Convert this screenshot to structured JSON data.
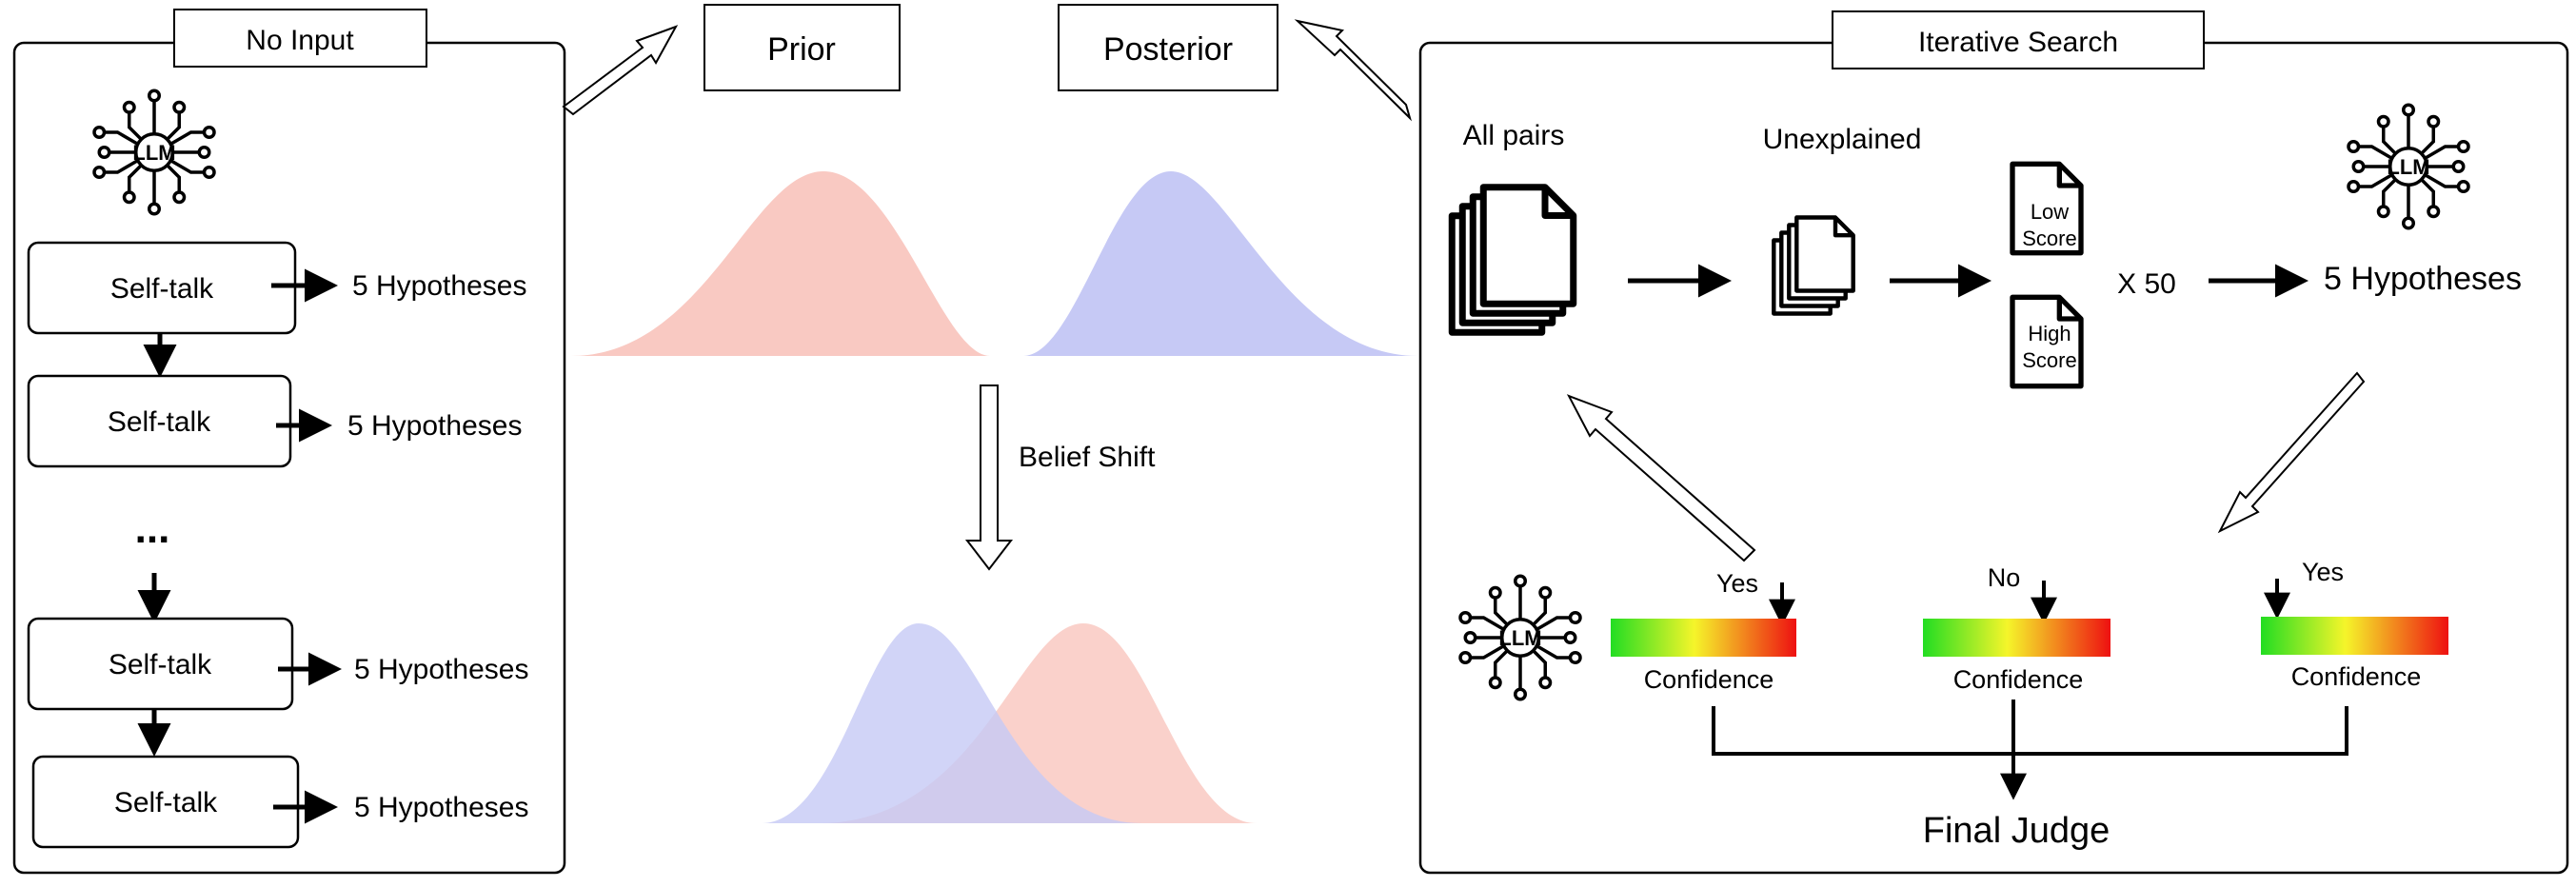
{
  "labels": {
    "no_input": "No Input",
    "prior": "Prior",
    "posterior": "Posterior",
    "iterative_search": "Iterative Search",
    "llm": "LLM",
    "self_talk": "Self-talk",
    "five_hypotheses": "5 Hypotheses",
    "ellipsis": "...",
    "belief_shift": "Belief Shift",
    "all_pairs": "All pairs",
    "unexplained": "Unexplained",
    "low_score_1": "Low",
    "low_score_2": "Score",
    "high_score_1": "High",
    "high_score_2": "Score",
    "times_50": "X 50",
    "yes": "Yes",
    "no": "No",
    "confidence": "Confidence",
    "final_judge": "Final Judge"
  },
  "colors": {
    "prior_fill": "#f9c9c2",
    "posterior_fill": "#c6c9f5",
    "gradient_green": "#22dd22",
    "gradient_yellow": "#f5f52a",
    "gradient_red": "#ee1111"
  },
  "icons": [
    "llm-network-icon",
    "document-stack-icon",
    "score-document-icon",
    "hollow-arrow-icon",
    "down-arrow-icon"
  ],
  "confidence_levels": [
    {
      "answer": "Yes",
      "value": 0.9
    },
    {
      "answer": "No",
      "value": 0.65
    },
    {
      "answer": "Yes",
      "value": 0.06
    }
  ]
}
